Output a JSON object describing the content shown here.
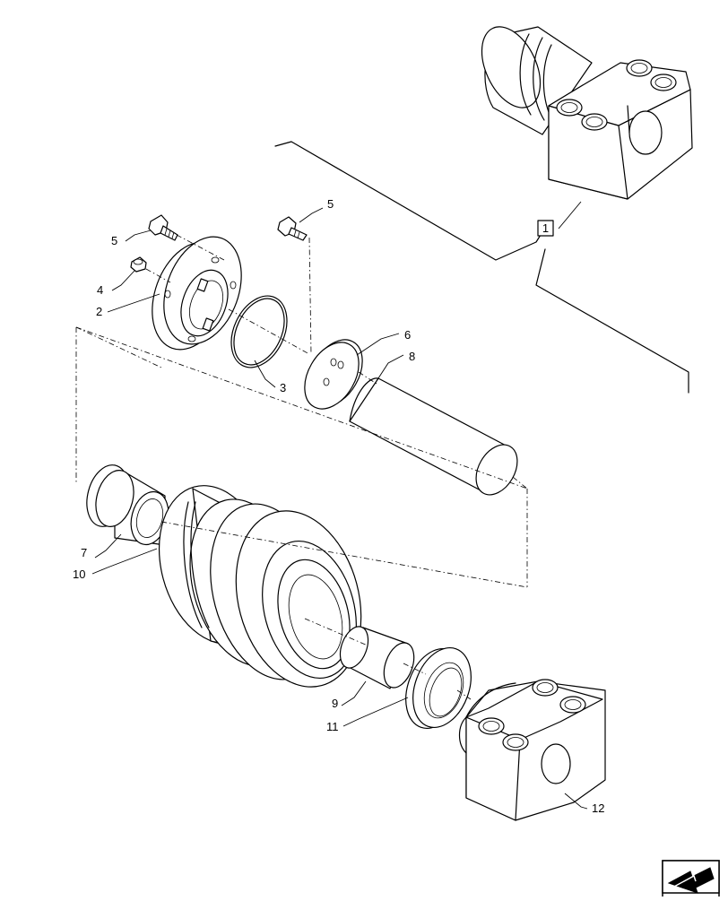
{
  "callouts": {
    "c1": "1",
    "c2": "2",
    "c3": "3",
    "c4": "4",
    "c5a": "5",
    "c5b": "5",
    "c6": "6",
    "c7": "7",
    "c8": "8",
    "c9": "9",
    "c10": "10",
    "c11": "11",
    "c12": "12"
  },
  "nav_icon": "next-page-arrow-icon"
}
